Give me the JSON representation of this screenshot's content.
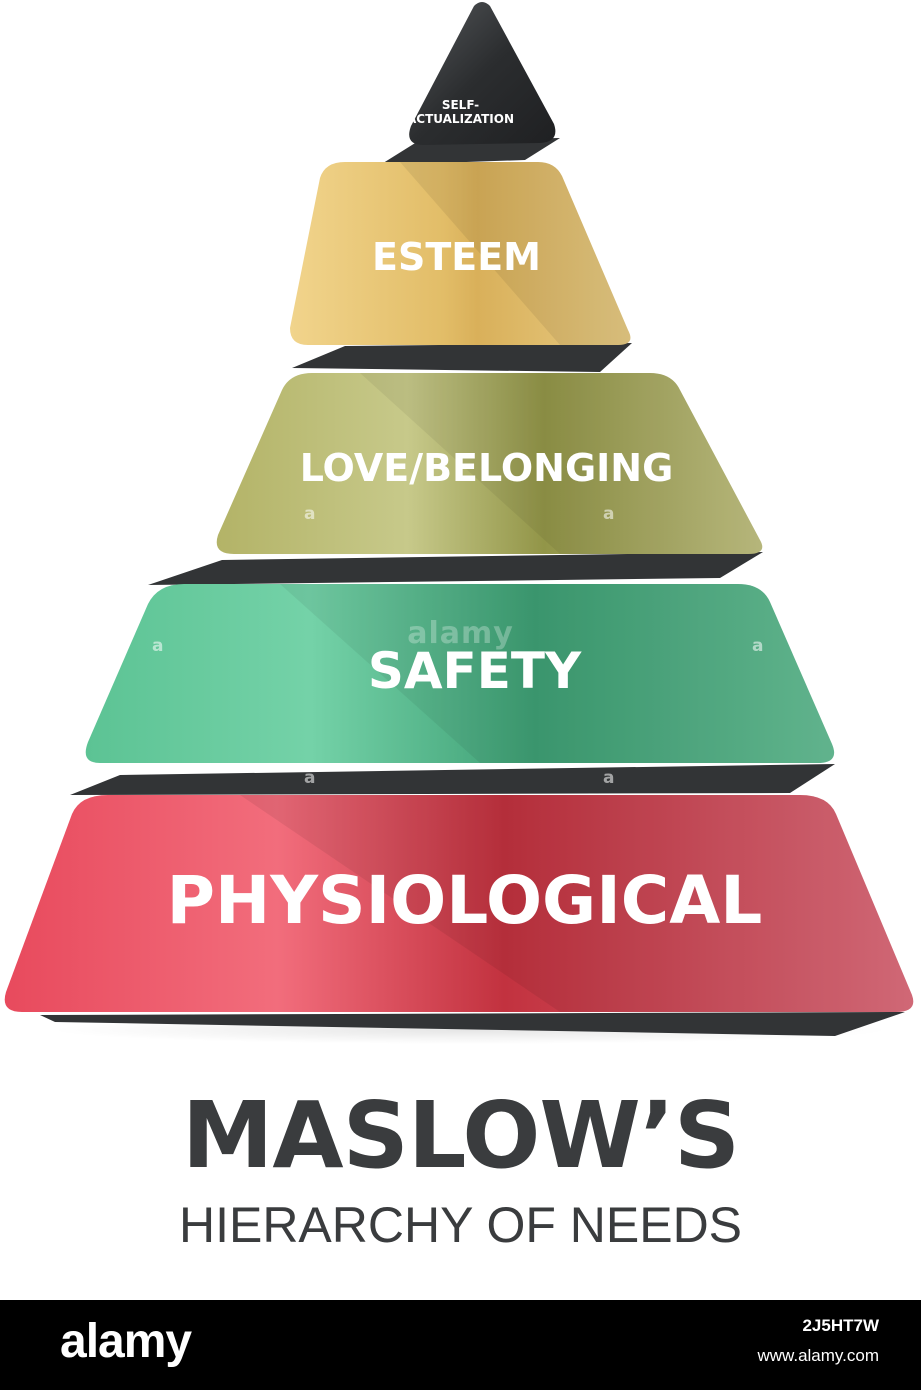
{
  "diagram": {
    "tiers": [
      {
        "id": "self",
        "label_lines": [
          "SELF-",
          "ACTUALIZATION"
        ],
        "color": "#2e3032"
      },
      {
        "id": "esteem",
        "label": "ESTEEM",
        "color": "#e3bf6a"
      },
      {
        "id": "love",
        "label": "LOVE/BELONGING",
        "color": "#a7a857"
      },
      {
        "id": "safety",
        "label": "SAFETY",
        "color": "#4cb587"
      },
      {
        "id": "physio",
        "label": "PHYSIOLOGICAL",
        "color": "#df4456"
      }
    ],
    "shadow_color": "#323436"
  },
  "title": {
    "main": "MASLOW’S",
    "sub": "HIERARCHY OF NEEDS"
  },
  "watermark": {
    "mark": "a",
    "center_text": "alamy"
  },
  "footer": {
    "logo": "alamy",
    "image_id": "2J5HT7W",
    "url": "www.alamy.com"
  }
}
